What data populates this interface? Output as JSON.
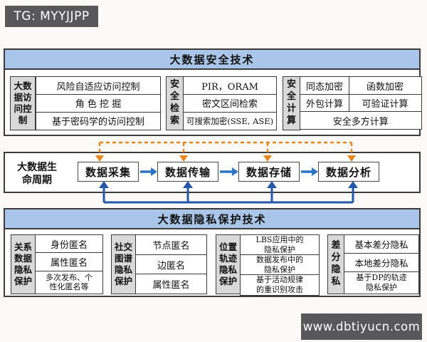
{
  "badges": {
    "tg": "TG: MYYJJPP",
    "site": "www.dbtiyucn.com"
  },
  "security": {
    "title": "大数据安全技术",
    "groups": [
      {
        "label": "大数据访问控制",
        "label_lines": [
          "大数",
          "据访",
          "问控",
          "制"
        ],
        "items": [
          "风险自适应访问控制",
          "角 色 挖 掘",
          "基于密码学的访问控制"
        ]
      },
      {
        "label": "安全检索",
        "label_lines": [
          "安",
          "全",
          "检",
          "索"
        ],
        "items": [
          "PIR，ORAM",
          "密文区间检索",
          "可搜索加密(SSE, ASE)"
        ]
      },
      {
        "label": "安全计算",
        "label_lines": [
          "安",
          "全",
          "计",
          "算"
        ],
        "grid": {
          "r1c1": "同态加密",
          "r1c2": "函数加密",
          "r2c1": "外包计算",
          "r2c2": "可验证计算",
          "r3": "安全多方计算"
        }
      }
    ]
  },
  "lifecycle": {
    "label": "大数据生命周期",
    "label_lines": [
      "大数据生",
      "命周期"
    ],
    "stages": [
      "数据采集",
      "数据传输",
      "数据存储",
      "数据分析"
    ]
  },
  "privacy": {
    "title": "大数据隐私保护技术",
    "groups": [
      {
        "label": "关系数据隐私保护",
        "label_lines": [
          "关系",
          "数据",
          "隐私",
          "保护"
        ],
        "items": [
          "身份匿名",
          "属性匿名",
          "多次发布、个性化匿名等"
        ]
      },
      {
        "label": "社交图谱隐私保护",
        "label_lines": [
          "社交",
          "图谱",
          "隐私",
          "保护"
        ],
        "items": [
          "节点匿名",
          "边匿名",
          "属性匿名"
        ]
      },
      {
        "label": "位置轨迹隐私保护",
        "label_lines": [
          "位置",
          "轨迹",
          "隐私",
          "保护"
        ],
        "items": [
          "LBS应用中的隐私保护",
          "数据发布中的隐私保护",
          "基于活动规律的重识别攻击"
        ]
      },
      {
        "label": "差分隐私",
        "label_lines": [
          "差",
          "分",
          "隐",
          "私"
        ],
        "items": [
          "基本差分隐私",
          "本地差分隐私",
          "基于DP的轨迹隐私保护"
        ]
      }
    ]
  },
  "colors": {
    "header_blue": "#a9c5e8",
    "label_gray": "#d9d9d9",
    "border_dark": "#3c3c3c",
    "dashed_orange": "#e8861f",
    "stage_arrow_blue": "#2e73c4",
    "feedback_blue": "#2457a8",
    "badge_gray": "#58585a"
  }
}
